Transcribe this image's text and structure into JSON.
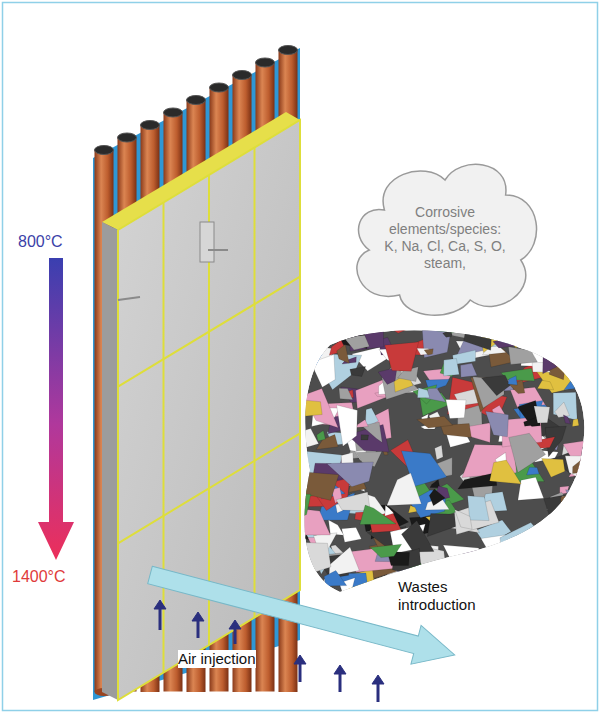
{
  "diagram": {
    "nodes": [
      {
        "text": [
          "Corrosive elements/species: K, Na, Cl, Ca, S, O, steam,"
        ]
      }
    ],
    "labels": [
      "800°C",
      "1400°C",
      "Wastes introduction",
      "Air injection"
    ]
  }
}
